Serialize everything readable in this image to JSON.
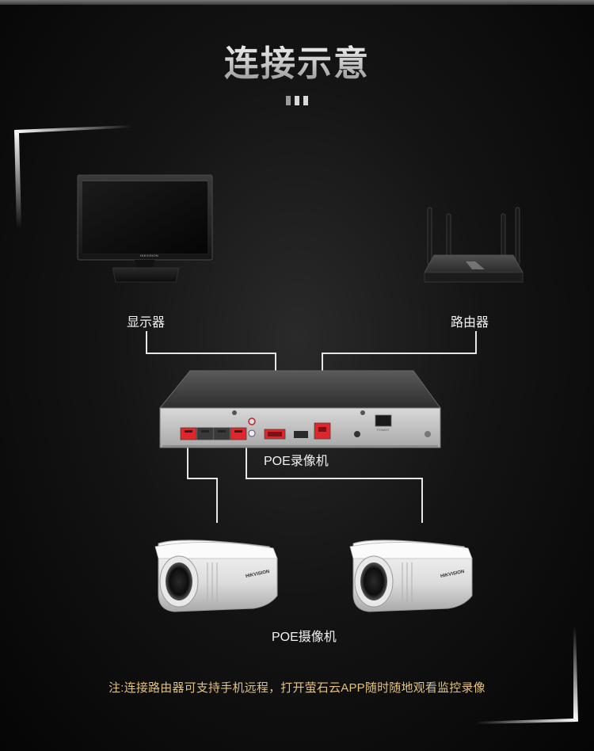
{
  "title": "连接示意",
  "labels": {
    "monitor": "显示器",
    "router": "路由器",
    "nvr": "POE录像机",
    "camera": "POE摄像机"
  },
  "note": "注:连接路由器可支持手机远程，打开萤石云APP随时随地观看监控录像",
  "device_text": {
    "monitor_brand": "HIKVISION",
    "camera_brand": "HIKVISION",
    "power_label": "POWER"
  },
  "colors": {
    "note": "#e2c27d",
    "wire": "#e6e6e6",
    "port_red": "#e0262d"
  }
}
